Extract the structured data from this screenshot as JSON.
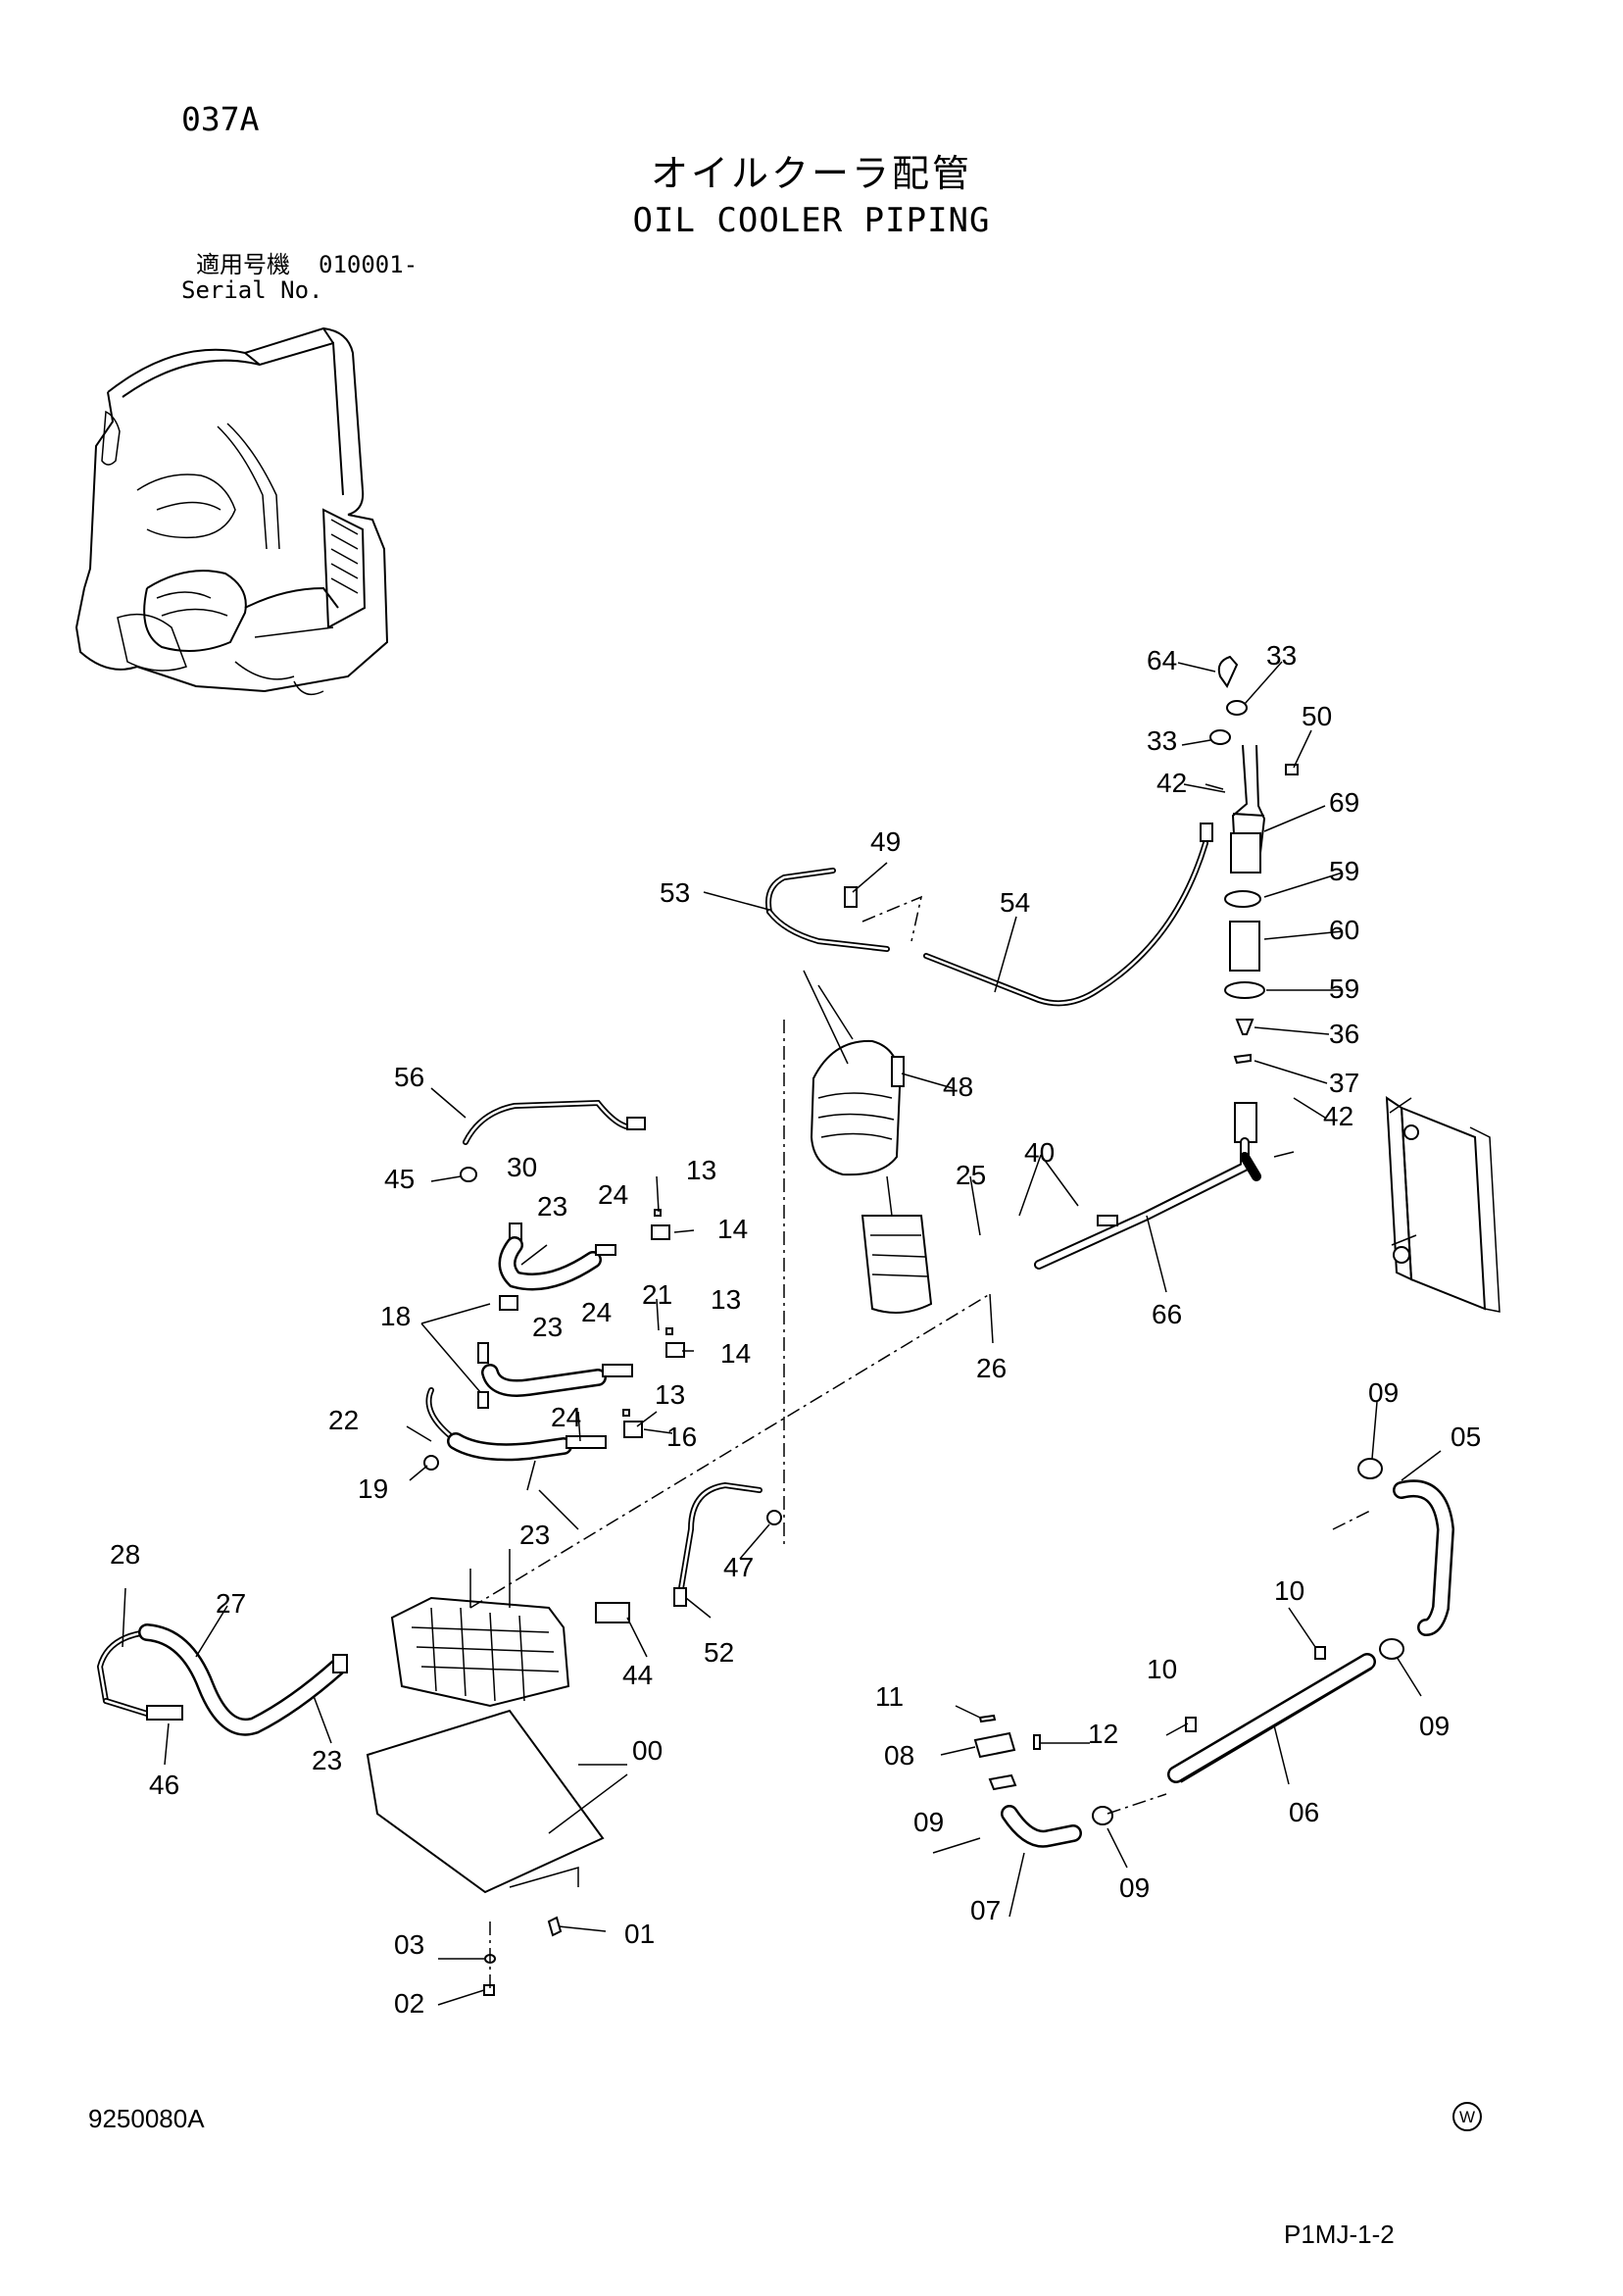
{
  "header": {
    "page_id": "037A",
    "title_ja": "オイルクーラ配管",
    "title_en": "OIL COOLER PIPING",
    "serial_label_ja": "適用号機",
    "serial_number": "010001-",
    "serial_label_en": "Serial No."
  },
  "footer": {
    "doc_number": "9250080A",
    "page_code": "P1MJ-1-2",
    "mark": "W"
  },
  "parts": {
    "p00": "00",
    "p01": "01",
    "p02": "02",
    "p03": "03",
    "p05": "05",
    "p06": "06",
    "p07": "07",
    "p08": "08",
    "p09a": "09",
    "p09b": "09",
    "p09c": "09",
    "p09d": "09",
    "p10a": "10",
    "p10b": "10",
    "p11": "11",
    "p12": "12",
    "p13a": "13",
    "p13b": "13",
    "p13c": "13",
    "p14a": "14",
    "p14b": "14",
    "p16": "16",
    "p18": "18",
    "p19": "19",
    "p21": "21",
    "p22": "22",
    "p23a": "23",
    "p23b": "23",
    "p23c": "23",
    "p23d": "23",
    "p24a": "24",
    "p24b": "24",
    "p24c": "24",
    "p25": "25",
    "p26": "26",
    "p27": "27",
    "p28": "28",
    "p30": "30",
    "p33a": "33",
    "p33b": "33",
    "p36": "36",
    "p37": "37",
    "p40": "40",
    "p42a": "42",
    "p42b": "42",
    "p44": "44",
    "p45": "45",
    "p46": "46",
    "p47": "47",
    "p48": "48",
    "p49": "49",
    "p50": "50",
    "p52": "52",
    "p53": "53",
    "p54": "54",
    "p56": "56",
    "p59a": "59",
    "p59b": "59",
    "p60": "60",
    "p64": "64",
    "p66": "66",
    "p69": "69"
  }
}
